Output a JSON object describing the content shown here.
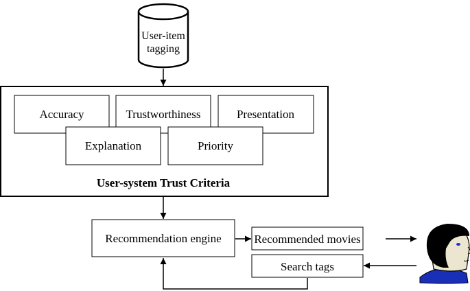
{
  "database": {
    "line1": "User-item",
    "line2": "tagging"
  },
  "criteria_panel": {
    "title": "User-system Trust Criteria",
    "items": [
      "Accuracy",
      "Trustworthiness",
      "Presentation",
      "Explanation",
      "Priority"
    ]
  },
  "engine": {
    "label": "Recommendation engine"
  },
  "output": {
    "label": "Recommended movies"
  },
  "input": {
    "label": "Search tags"
  },
  "user": {
    "icon": "user-face-icon",
    "colors": {
      "hair": "#000000",
      "skin": "#ece6d0",
      "shirt": "#1a2fb8",
      "eye": "#1a2fd6"
    }
  }
}
